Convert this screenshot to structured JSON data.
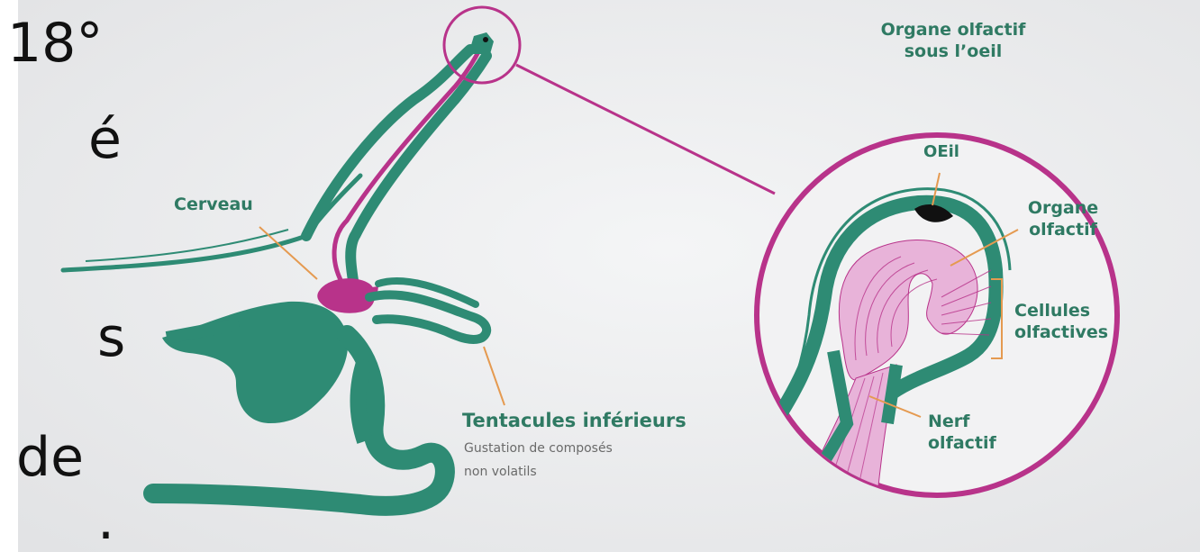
{
  "slide_fragments": [
    "18°",
    "é",
    "s",
    "de",
    "."
  ],
  "labels": {
    "cerveau": "Cerveau",
    "tentacules_title": "Tentacules inférieurs",
    "tentacules_desc_1": "Gustation de composés",
    "tentacules_desc_2": "non volatils",
    "organe_sous_oeil_1": "Organe olfactif",
    "organe_sous_oeil_2": "sous l’oeil",
    "oeil": "OEil",
    "organe_olfactif_1": "Organe",
    "organe_olfactif_2": "olfactif",
    "cellules_1": "Cellules",
    "cellules_2": "olfactives",
    "nerf_1": "Nerf",
    "nerf_2": "olfactif"
  },
  "colors": {
    "green": "#2e8b74",
    "magenta": "#b8338a",
    "pink": "#e8b3d9",
    "orange": "#e59a50",
    "label_green": "#2f7a63",
    "desc_gray": "#6a6a6a"
  }
}
